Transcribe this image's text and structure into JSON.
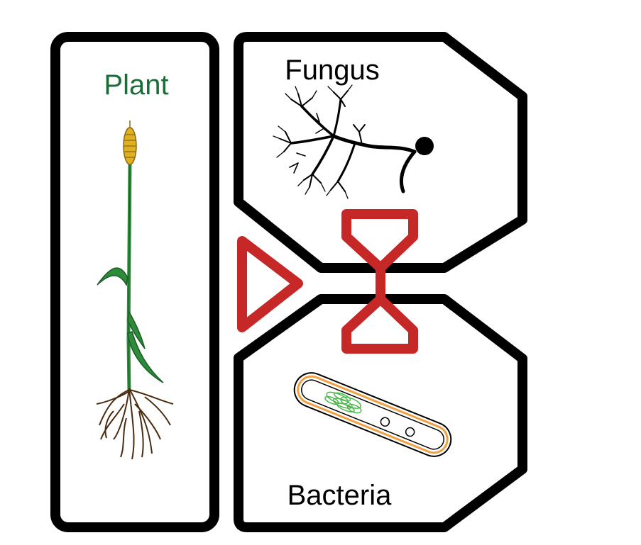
{
  "panels": {
    "plant": {
      "label": "Plant",
      "color": "#1e6b3a"
    },
    "fungus": {
      "label": "Fungus",
      "color": "#000000"
    },
    "bacteria": {
      "label": "Bacteria",
      "color": "#000000"
    }
  },
  "colors": {
    "outline": "#000000",
    "connector": "#c62828",
    "stem": "#2e8b3a",
    "spike": "#e0b020",
    "roots": "#4a2c10",
    "bacteria_wall": "#f0a040",
    "dna": "#4ab84a"
  }
}
